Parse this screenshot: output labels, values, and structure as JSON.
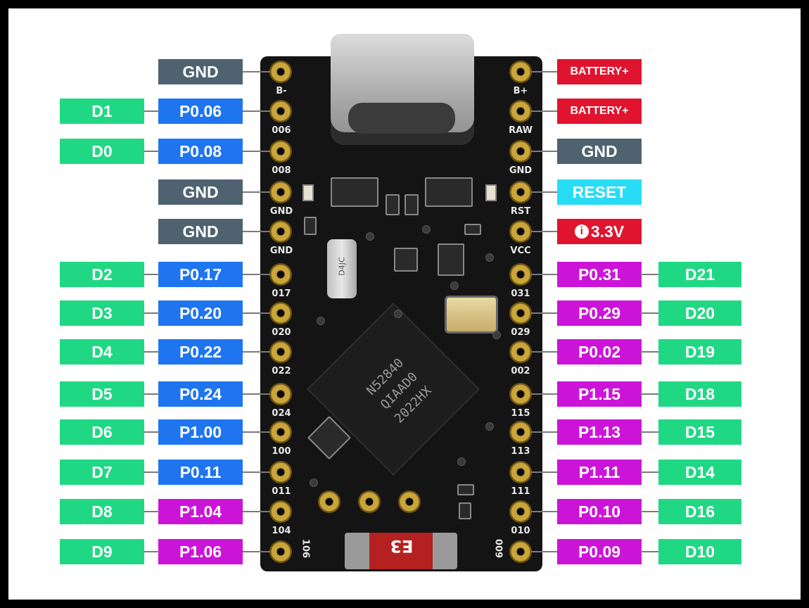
{
  "colors": {
    "gnd": "#4f6270",
    "port0": "#1f75f0",
    "port1": "#cc14d8",
    "digital": "#20d884",
    "battery": "#e0142e",
    "reset": "#28dcf5",
    "vcc": "#e0142e"
  },
  "board": {
    "chip_line1": "N52840",
    "chip_line2": "QIAAD0",
    "chip_line3": "2022HX",
    "crystal_label": "D4JC",
    "fuse_label": "E3"
  },
  "left_pins": [
    {
      "silk": "B-",
      "pin": "GND",
      "pin_color": "gnd",
      "digital": ""
    },
    {
      "silk": "006",
      "pin": "P0.06",
      "pin_color": "port0",
      "digital": "D1"
    },
    {
      "silk": "008",
      "pin": "P0.08",
      "pin_color": "port0",
      "digital": "D0"
    },
    {
      "silk": "GND",
      "pin": "GND",
      "pin_color": "gnd",
      "digital": ""
    },
    {
      "silk": "GND",
      "pin": "GND",
      "pin_color": "gnd",
      "digital": ""
    },
    {
      "silk": "017",
      "pin": "P0.17",
      "pin_color": "port0",
      "digital": "D2"
    },
    {
      "silk": "020",
      "pin": "P0.20",
      "pin_color": "port0",
      "digital": "D3"
    },
    {
      "silk": "022",
      "pin": "P0.22",
      "pin_color": "port0",
      "digital": "D4"
    },
    {
      "silk": "024",
      "pin": "P0.24",
      "pin_color": "port0",
      "digital": "D5"
    },
    {
      "silk": "100",
      "pin": "P1.00",
      "pin_color": "port0",
      "digital": "D6"
    },
    {
      "silk": "011",
      "pin": "P0.11",
      "pin_color": "port0",
      "digital": "D7"
    },
    {
      "silk": "104",
      "pin": "P1.04",
      "pin_color": "port1",
      "digital": "D8"
    },
    {
      "silk": "106",
      "pin": "P1.06",
      "pin_color": "port1",
      "digital": "D9"
    }
  ],
  "right_pins": [
    {
      "silk": "B+",
      "pin": "BATTERY+",
      "pin_color": "battery",
      "digital": ""
    },
    {
      "silk": "RAW",
      "pin": "BATTERY+",
      "pin_color": "battery",
      "digital": ""
    },
    {
      "silk": "GND",
      "pin": "GND",
      "pin_color": "gnd",
      "digital": ""
    },
    {
      "silk": "RST",
      "pin": "RESET",
      "pin_color": "reset",
      "digital": ""
    },
    {
      "silk": "VCC",
      "pin": "3.3V",
      "pin_color": "vcc",
      "digital": "",
      "icon": "i"
    },
    {
      "silk": "031",
      "pin": "P0.31",
      "pin_color": "port1",
      "digital": "D21"
    },
    {
      "silk": "029",
      "pin": "P0.29",
      "pin_color": "port1",
      "digital": "D20"
    },
    {
      "silk": "002",
      "pin": "P0.02",
      "pin_color": "port1",
      "digital": "D19"
    },
    {
      "silk": "115",
      "pin": "P1.15",
      "pin_color": "port1",
      "digital": "D18"
    },
    {
      "silk": "113",
      "pin": "P1.13",
      "pin_color": "port1",
      "digital": "D15"
    },
    {
      "silk": "111",
      "pin": "P1.11",
      "pin_color": "port1",
      "digital": "D14"
    },
    {
      "silk": "010",
      "pin": "P0.10",
      "pin_color": "port1",
      "digital": "D16"
    },
    {
      "silk": "009",
      "pin": "P0.09",
      "pin_color": "port1",
      "digital": "D10"
    }
  ]
}
